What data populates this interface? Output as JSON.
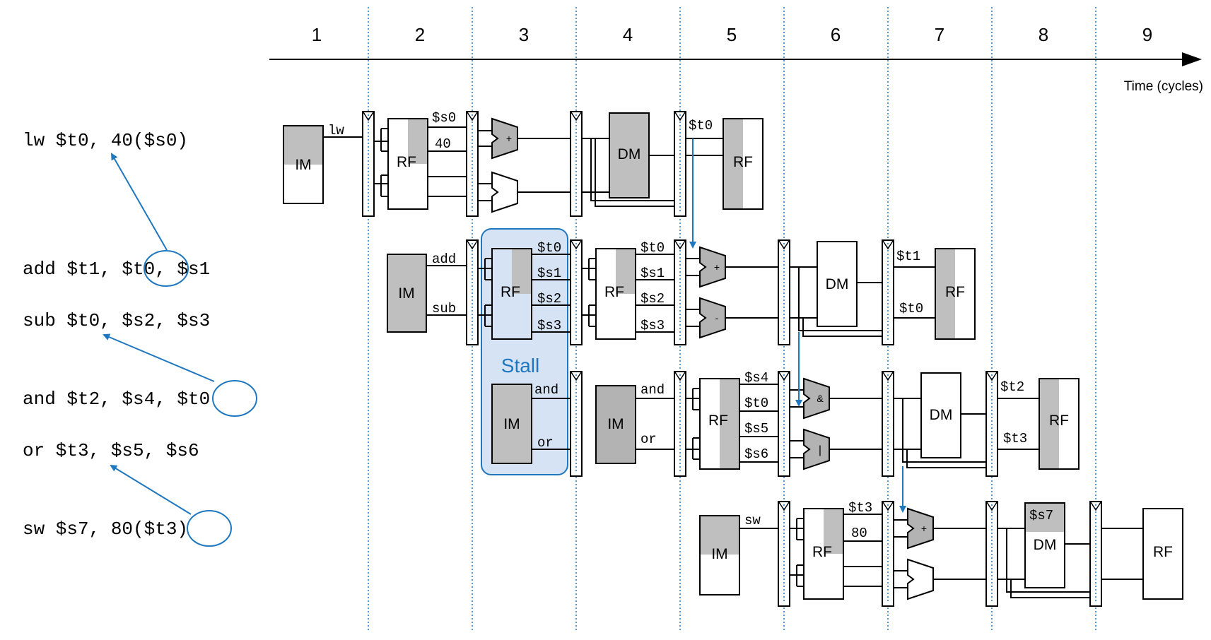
{
  "cycles": [
    "1",
    "2",
    "3",
    "4",
    "5",
    "6",
    "7",
    "8",
    "9"
  ],
  "time_label": "Time (cycles)",
  "instructions": [
    "lw  $t0, 40($s0)",
    "add $t1, $t0, $s1",
    "sub $t0, $s2, $s3",
    "and $t2, $s4, $t0",
    "or  $t3, $s5, $s6",
    "sw  $s7, 80($t3)"
  ],
  "units": {
    "im": "IM",
    "rf": "RF",
    "dm": "DM"
  },
  "stall_label": "Stall",
  "row1": {
    "if_labels": [
      "lw"
    ],
    "rf_out": [
      "$s0",
      "40"
    ],
    "alu_ops": [
      "+",
      ""
    ],
    "wb_label": "$t0"
  },
  "row2": {
    "if_labels": [
      "add",
      "sub"
    ],
    "rf_out": [
      "$t0",
      "$s1",
      "$s2",
      "$s3"
    ],
    "alu_ops": [
      "+",
      "-"
    ],
    "wb_labels": [
      "$t1",
      "$t0"
    ]
  },
  "row3": {
    "if_labels": [
      "and",
      "or"
    ],
    "rf_out": [
      "$s4",
      "$t0",
      "$s5",
      "$s6"
    ],
    "alu_ops": [
      "&",
      "|"
    ],
    "wb_labels": [
      "$t2",
      "$t3"
    ]
  },
  "row4": {
    "if_labels": [
      "sw"
    ],
    "rf_out": [
      "$t3",
      "80"
    ],
    "alu_ops": [
      "+",
      ""
    ],
    "dm_in": "$s7"
  },
  "colors": {
    "accent": "#1f77c0",
    "stall_fill": "#d5e3f4",
    "unit_gray": "#bfbfbf",
    "dark_gray": "#b3b3b3"
  }
}
